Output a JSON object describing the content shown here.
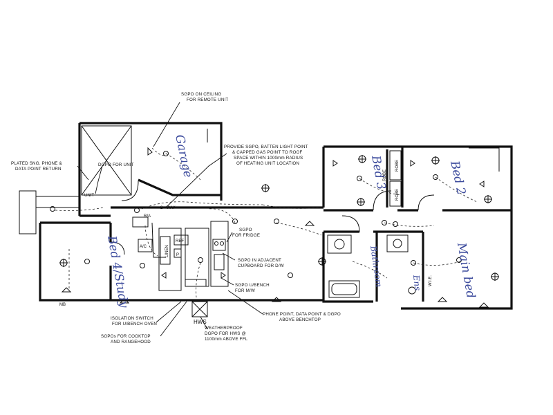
{
  "rooms": {
    "garage": "Garage",
    "bed3": "Bed 3",
    "bed2": "Bed 2",
    "bed4": "Bed 4/Study",
    "bathroom": "Bathroom",
    "main": "Main bed",
    "ens": "Ens"
  },
  "notes": {
    "sgpo_ceiling_1": "SGPO ON CEILING",
    "sgpo_ceiling_2": "FOR REMOTE UNIT",
    "provide_1": "PROVIDE SGPO, BATTEN LIGHT POINT",
    "provide_2": "& CAPPED GAS POINT TO ROOF",
    "provide_3": "SPACE WITHIN 1000mm RADIUS",
    "provide_4": "OF HEATING UNIT LOCATION",
    "plated_1": "PLATED SNG. PHONE &",
    "plated_2": "DATA POINT RETURN",
    "dgpo_unit": "DGPO FOR UNIT",
    "sgpo_fridge_1": "SGPO",
    "sgpo_fridge_2": "FOR FRIDGE",
    "sgpo_cupboard_1": "SGPO IN ADJACENT",
    "sgpo_cupboard_2": "CUPBOARD FOR D/W",
    "sgpo_mw_1": "SGPO U/BENCH",
    "sgpo_mw_2": "FOR M/W",
    "iso_1": "ISOLATION SWITCH",
    "iso_2": "FOR U/BENCH OVEN",
    "cooktop_1": "SGPOs FOR COOKTOP",
    "cooktop_2": "AND RANGEHOOD",
    "weather_1": "WEATHERPROOF",
    "weather_2": "DGPO FOR HWS @",
    "weather_3": "1100mm ABOVE FFL",
    "phone_1": "PHONE POINT, DATA POINT & DGPO",
    "phone_2": "ABOVE BENCHTOP"
  },
  "labels": {
    "two_way": "2 - WAY",
    "mb": "MB",
    "hws": "HWS",
    "robe_a": "ROBE",
    "robe_b": "ROBE",
    "robe_c": "ROBE",
    "linen": "LINEN",
    "ref": "REF",
    "pantry": "P",
    "unit": "UNIT",
    "ra": "R/A",
    "ac": "A/C",
    "wie": "W.I.E."
  }
}
